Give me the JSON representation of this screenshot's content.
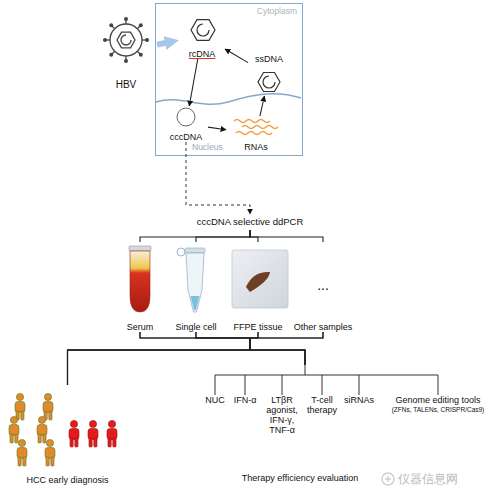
{
  "diagram": {
    "nodes": [
      {
        "text": [
          "HBV"
        ]
      },
      {
        "text": [
          "Cytoplasm"
        ]
      },
      {
        "text": [
          "rcDNA"
        ],
        "in": 1
      },
      {
        "text": [
          "ssDNA"
        ],
        "in": 1
      },
      {
        "text": [
          "Nucleus"
        ],
        "in": 1
      },
      {
        "text": [
          "cccDNA"
        ],
        "in": 4
      },
      {
        "text": [
          "RNAs"
        ],
        "in": 4
      },
      {
        "text": [
          "cccDNA selective ddPCR"
        ]
      },
      {
        "text": [
          "Serum"
        ]
      },
      {
        "text": [
          "Single cell"
        ]
      },
      {
        "text": [
          "FFPE tissue"
        ]
      },
      {
        "text": [
          "...",
          "Other samples"
        ]
      },
      {
        "text": [
          "HCC early diagnosis"
        ]
      },
      {
        "text": [
          "Therapy efficiency evaluation"
        ]
      },
      {
        "text": [
          "NUC"
        ],
        "in": 13
      },
      {
        "text": [
          "IFN-α"
        ],
        "in": 13
      },
      {
        "text": [
          "LTβR agonist, IFN-γ, TNF-α"
        ],
        "in": 13
      },
      {
        "text": [
          "T-cell therapy"
        ],
        "in": 13
      },
      {
        "text": [
          "siRNAs"
        ],
        "in": 13
      },
      {
        "text": [
          "Genome editing tools",
          "(ZFNs, TALENs, CRISPR/Cas9)"
        ],
        "in": 13
      }
    ],
    "edges": [
      {
        "from": 0,
        "to": 2,
        "arrow": "to"
      },
      {
        "from": 2,
        "to": 5,
        "arrow": "to"
      },
      {
        "from": 5,
        "to": 6,
        "arrow": "to"
      },
      {
        "from": 6,
        "to": 3,
        "arrow": "to"
      },
      {
        "from": 3,
        "to": 2,
        "arrow": "to"
      },
      {
        "from": 5,
        "to": 7,
        "arrow": "to"
      },
      {
        "from": 7,
        "to": 8,
        "arrow": "none"
      },
      {
        "from": 7,
        "to": 9,
        "arrow": "none"
      },
      {
        "from": 7,
        "to": 10,
        "arrow": "none"
      },
      {
        "from": 7,
        "to": 11,
        "arrow": "none"
      },
      {
        "from": 8,
        "to": 12,
        "arrow": "none"
      },
      {
        "from": 8,
        "to": 13,
        "arrow": "none"
      },
      {
        "from": 9,
        "to": 12,
        "arrow": "none"
      },
      {
        "from": 9,
        "to": 13,
        "arrow": "none"
      },
      {
        "from": 10,
        "to": 12,
        "arrow": "none"
      },
      {
        "from": 10,
        "to": 13,
        "arrow": "none"
      },
      {
        "from": 11,
        "to": 12,
        "arrow": "none"
      },
      {
        "from": 11,
        "to": 13,
        "arrow": "none"
      }
    ],
    "labels": [
      "仪器信息网"
    ]
  }
}
